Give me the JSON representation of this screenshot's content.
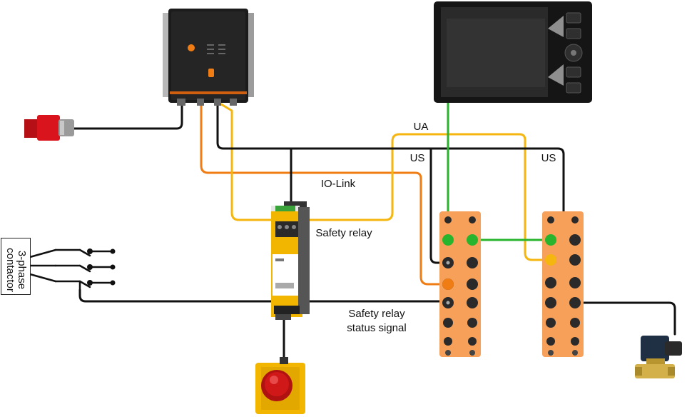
{
  "labels": {
    "ua": "UA",
    "us_left": "US",
    "us_right": "US",
    "io_link": "IO-Link",
    "safety_relay": "Safety relay",
    "status_line1": "Safety relay",
    "status_line2": "status signal",
    "contactor": "3-phase contactor"
  },
  "colors": {
    "orange_wire": "#f07d14",
    "yellow_wire": "#f5b60f",
    "green_wire": "#28b42d",
    "black_wire": "#111111",
    "module_orange": "#f7a05a",
    "relay_yellow": "#f2b600",
    "plug_red": "#d9141c",
    "estop_red": "#d01818"
  },
  "icons": [
    "power-plug-icon",
    "controller-box-icon",
    "display-panel-icon",
    "safety-relay-icon",
    "io-module-icon",
    "emergency-stop-icon",
    "solenoid-valve-icon"
  ]
}
